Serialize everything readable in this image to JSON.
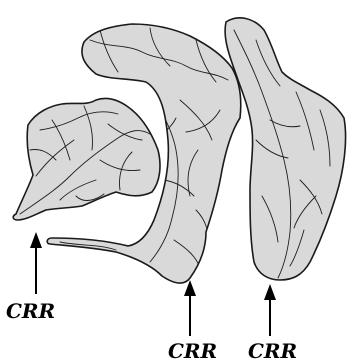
{
  "figure": {
    "labels": [
      "CRR",
      "CRR",
      "CRR"
    ],
    "colors": {
      "tissue_fill": "#d9d9d9",
      "outline": "#1a1a1a",
      "background": "#ffffff"
    }
  }
}
